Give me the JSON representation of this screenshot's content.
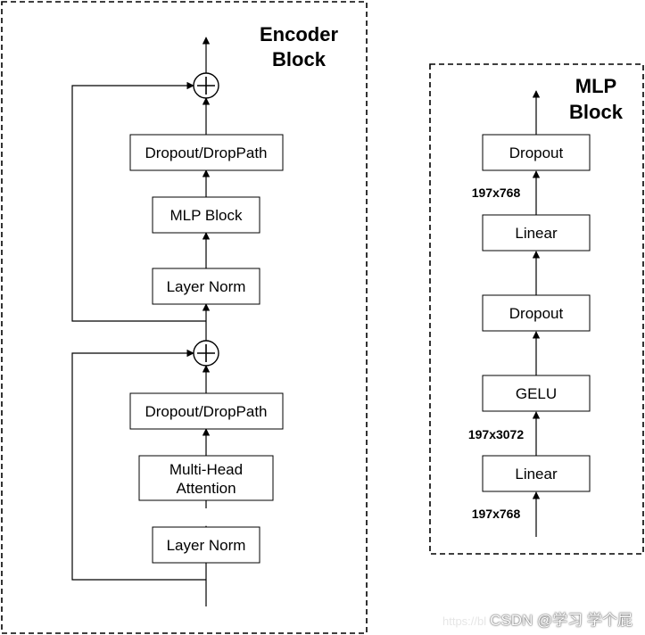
{
  "encoder": {
    "title_line1": "Encoder",
    "title_line2": "Block",
    "blocks": {
      "dropout_top": "Dropout/DropPath",
      "mlp_block": "MLP Block",
      "layer_norm_top": "Layer Norm",
      "dropout_bottom": "Dropout/DropPath",
      "mha_line1": "Multi-Head",
      "mha_line2": "Attention",
      "layer_norm_bottom": "Layer Norm"
    }
  },
  "mlp": {
    "title_line1": "MLP",
    "title_line2": "Block",
    "blocks": {
      "dropout_top": "Dropout",
      "linear_top": "Linear",
      "dropout_mid": "Dropout",
      "gelu": "GELU",
      "linear_bottom": "Linear"
    },
    "dims": {
      "top": "197x768",
      "mid": "197x3072",
      "bottom": "197x768"
    }
  },
  "watermark": {
    "url": "https://bl",
    "text": "CSDN @学习 学个屁"
  }
}
